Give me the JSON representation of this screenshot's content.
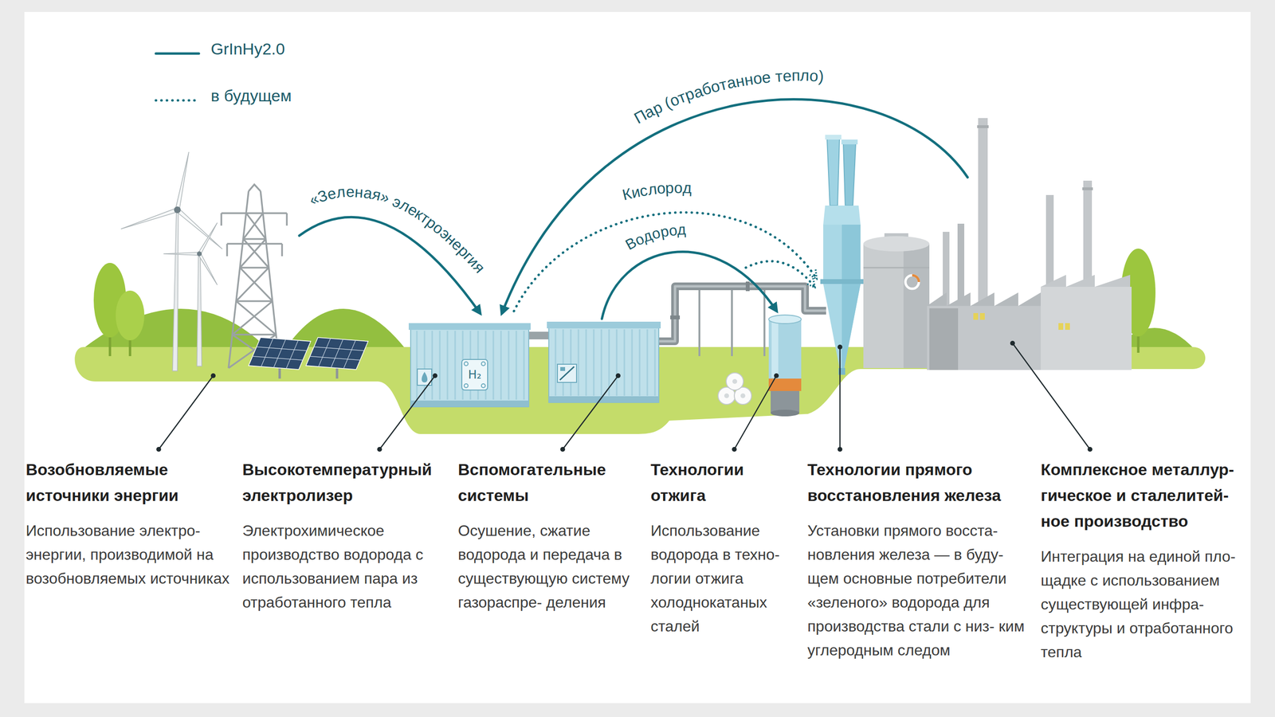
{
  "diagram": {
    "nodes": [
      {
        "text": [
          "Возобновляемые источники энергии",
          "Использование электро- энергии, производимой на возобновляемых источниках"
        ]
      },
      {
        "text": [
          "Высокотемпературный электролизер",
          "Электрохимическое производство водорода с использованием пара из отработанного тепла"
        ]
      },
      {
        "text": [
          "Вспомогательные системы",
          "Осушение, сжатие водорода и передача в существующую систему газораспре- деления"
        ]
      },
      {
        "text": [
          "Технологии отжига",
          "Использование водорода в техно- логии отжига холоднокатаных сталей"
        ]
      },
      {
        "text": [
          "Технологии прямого восстановления железа",
          "Установки прямого восста- новления железа — в буду- щем основные потребители «зеленого» водорода для производства стали с низ- ким углеродным следом"
        ]
      },
      {
        "text": [
          "Комплексное металлур- гическое и сталелитей- ное производство",
          "Интеграция на единой пло- щадке с использованием существующей инфра- структуры и отработанного тепла"
        ]
      }
    ],
    "labels": [
      "Пар (отработанное тепло)",
      "«Зеленая» электроэнергия",
      "Кислород",
      "Водород",
      "H₂"
    ],
    "legend": [
      {
        "text": "GrInHy2.0"
      },
      {
        "text": "в будущем"
      }
    ]
  }
}
